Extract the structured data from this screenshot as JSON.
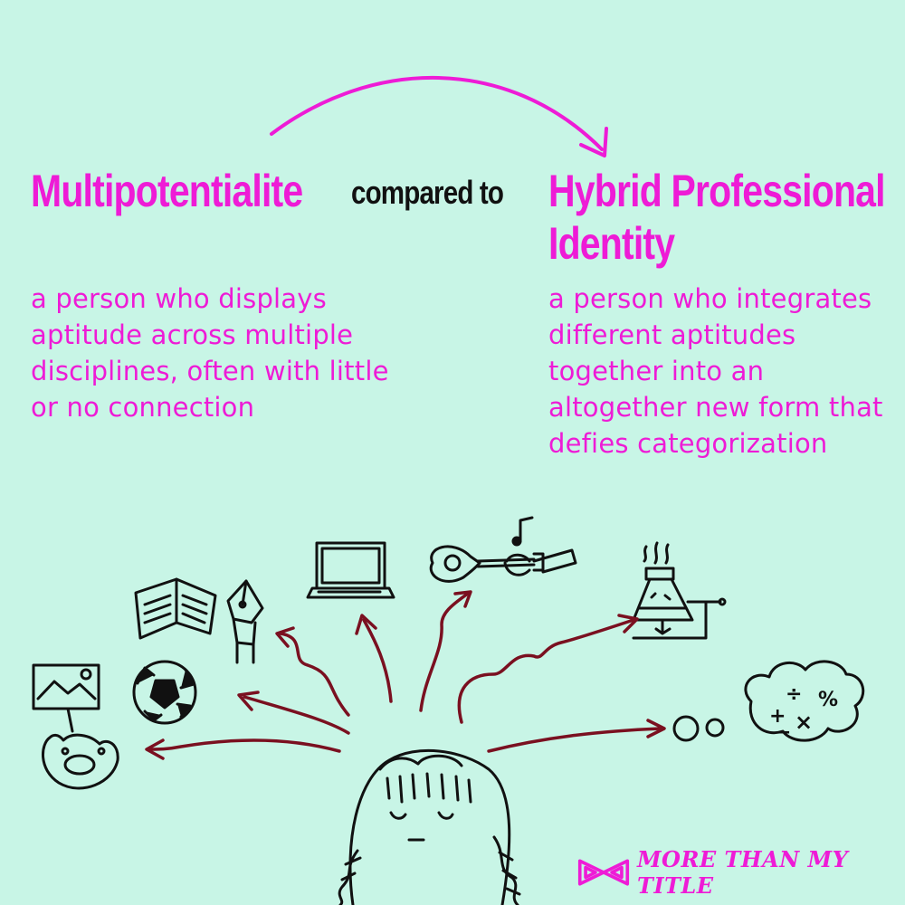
{
  "left": {
    "title": "Multipotentialite",
    "definition": "a person who displays aptitude across multiple disciplines, often with little or no connection"
  },
  "connector": "compared to",
  "right": {
    "title": "Hybrid Professional Identity",
    "definition": "a person who integrates different aptitudes together into an altogether new form that defies categorization"
  },
  "brand": {
    "name": "MORE THAN MY TITLE",
    "logo_icon": "bowtie-logo-icon"
  },
  "sketch_icons": [
    "picture-frame-icon",
    "palette-icon",
    "soccer-ball-icon",
    "book-icon",
    "fountain-pen-icon",
    "laptop-icon",
    "guitar-icon",
    "violin-icon",
    "music-note-icon",
    "chemistry-flask-icon",
    "math-thought-cloud-icon",
    "girl-drawing-icon"
  ],
  "math_symbols": [
    "+",
    "÷",
    "%",
    "×",
    "−"
  ],
  "colors": {
    "background": "#c8f5e6",
    "accent": "#ee1bd6",
    "text_dark": "#111111",
    "arrow_maroon": "#7a1020"
  }
}
